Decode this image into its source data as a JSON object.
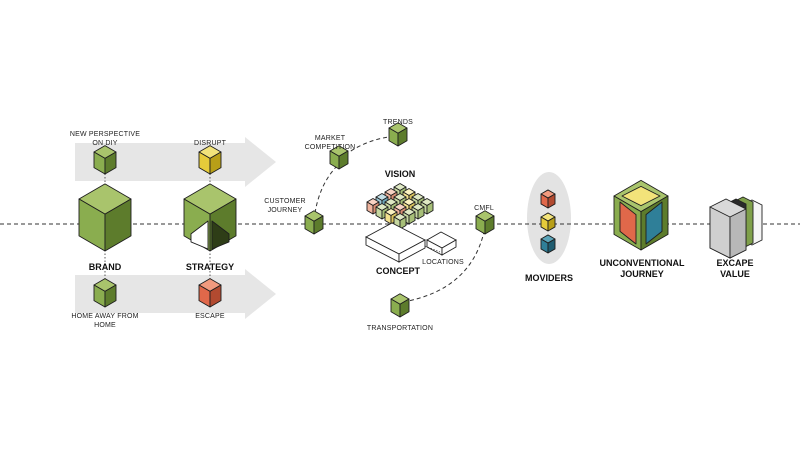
{
  "colors": {
    "green_top": "#a9c46c",
    "green_left": "#8aad4f",
    "green_right": "#5d7c2c",
    "yellow_top": "#f2e37a",
    "yellow_left": "#e6cb3a",
    "yellow_right": "#b89f18",
    "orange_top": "#f19a7e",
    "orange_left": "#e0684a",
    "orange_right": "#b24a30",
    "teal_top": "#5aa3b8",
    "teal_left": "#2f7f98",
    "teal_right": "#1f5c70",
    "arrow_fill": "#e6e6e6",
    "oval_fill": "#e3e3e3",
    "line": "#333333"
  },
  "labels": {
    "new_perspective_1": "NEW PERSPECTIVE",
    "new_perspective_2": "ON DIY",
    "disrupt": "DISRUPT",
    "brand": "BRAND",
    "strategy": "STRATEGY",
    "home_away_1": "HOME AWAY FROM",
    "home_away_2": "HOME",
    "escape": "ESCAPE",
    "customer_journey_1": "CUSTOMER",
    "customer_journey_2": "JOURNEY",
    "market_competition_1": "MARKET",
    "market_competition_2": "COMPETITION",
    "trends": "TRENDS",
    "vision": "VISION",
    "concept": "CONCEPT",
    "locations": "LOCATIONS",
    "transportation": "TRANSPORTATION",
    "cmfl": "CMFL",
    "moviders": "MOVIDERS",
    "unconventional_1": "UNCONVENTIONAL",
    "unconventional_2": "JOURNEY",
    "excape_1": "EXCAPE",
    "excape_2": "VALUE"
  }
}
